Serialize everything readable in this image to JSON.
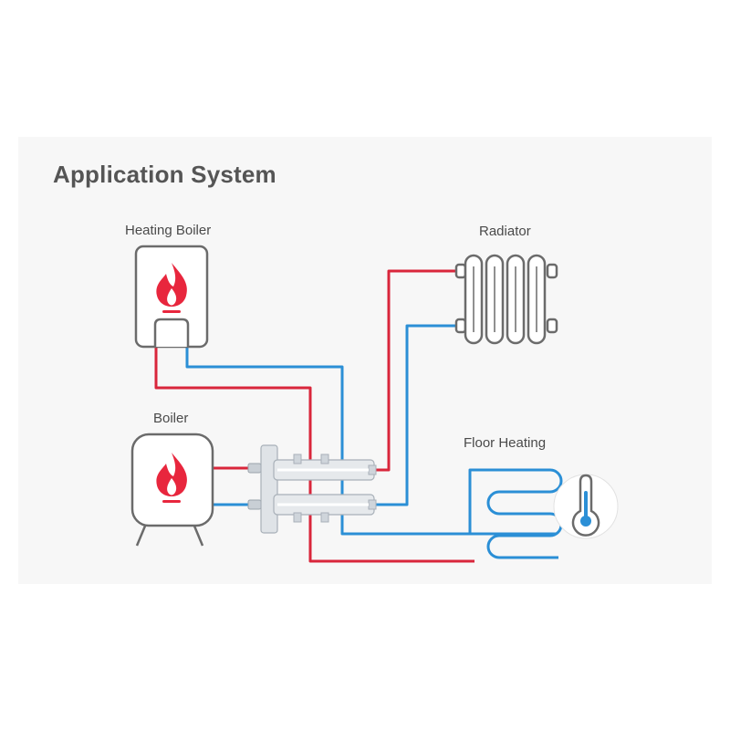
{
  "title": "Application System",
  "labels": {
    "heating_boiler": "Heating Boiler",
    "radiator": "Radiator",
    "boiler": "Boiler",
    "floor_heating": "Floor Heating"
  },
  "colors": {
    "hot_pipe": "#d9263b",
    "cold_pipe": "#2b8fd6",
    "outline": "#6b6b6b",
    "flame": "#e8263d",
    "manifold": "#d8dde2",
    "panel": "#f7f7f7"
  },
  "icons": [
    "flame-icon",
    "thermometer-icon"
  ]
}
